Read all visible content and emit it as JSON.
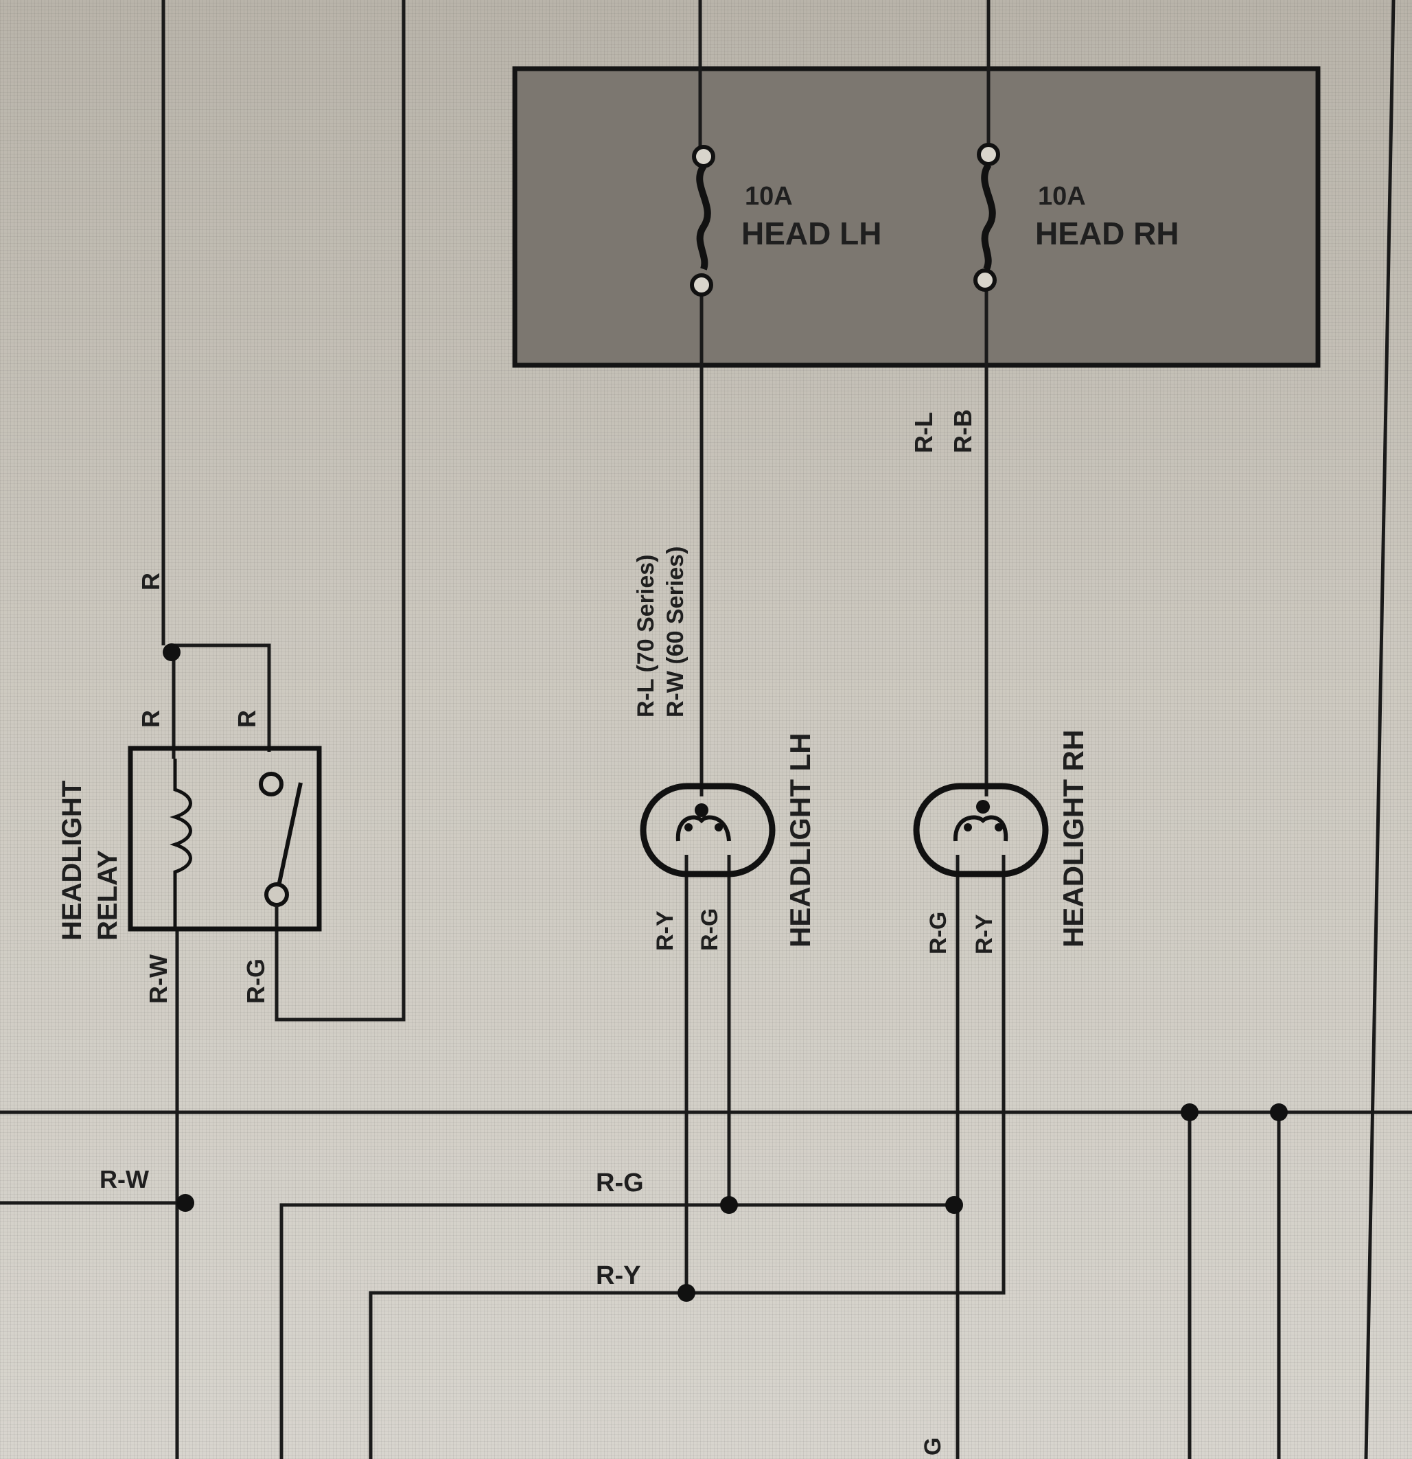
{
  "fuse_box": {
    "fuse_lh": {
      "rating": "10A",
      "name": "HEAD LH"
    },
    "fuse_rh": {
      "rating": "10A",
      "name": "HEAD RH"
    }
  },
  "relay": {
    "title_line1": "HEADLIGHT",
    "title_line2": "RELAY",
    "wire_top": "R",
    "pin_coil_in": "R",
    "pin_switch_in": "R",
    "pin_coil_out": "R-W",
    "pin_switch_out": "R-G"
  },
  "headlight_lh": {
    "label": "HEADLIGHT LH",
    "feed_line1": "R-L (70 Series)",
    "feed_line2": "R-W (60 Series)",
    "pin_left": "R-Y",
    "pin_right": "R-G"
  },
  "headlight_rh": {
    "label": "HEADLIGHT RH",
    "feed_line1": "R-L",
    "feed_line2": "R-B",
    "pin_left": "R-G",
    "pin_right": "R-Y"
  },
  "bus_labels": {
    "rw": "R-W",
    "rg": "R-G",
    "ry": "R-Y"
  },
  "edge_label": "G"
}
